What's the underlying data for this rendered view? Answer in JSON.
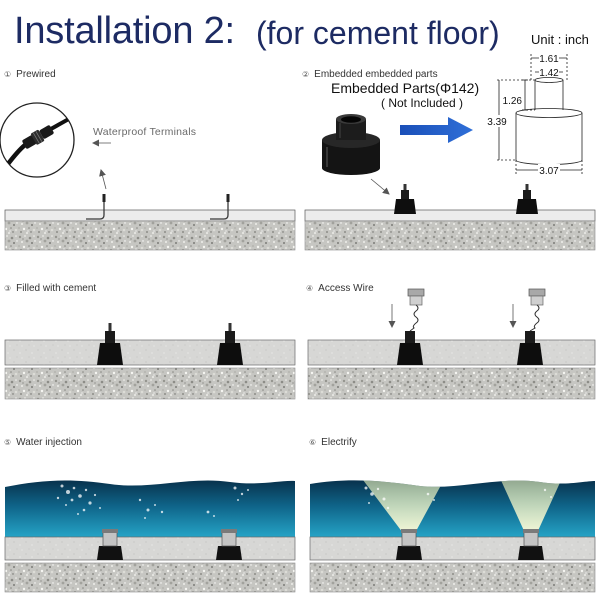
{
  "header": {
    "title": "Installation 2:",
    "subtitle": "(for cement floor)",
    "unit_note": "Unit : inch"
  },
  "steps": [
    {
      "number": "①",
      "label": "Prewired"
    },
    {
      "number": "②",
      "label": "Embedded embedded parts"
    },
    {
      "number": "③",
      "label": "Filled with cement"
    },
    {
      "number": "④",
      "label": "Access Wire"
    },
    {
      "number": "⑤",
      "label": "Water injection"
    },
    {
      "number": "⑥",
      "label": "Electrify"
    }
  ],
  "callouts": {
    "waterproof_terminals": "Waterproof Terminals",
    "embedded_parts": "Embedded Parts(Φ142)",
    "not_included": "( Not Included )"
  },
  "dimensions": {
    "top_outer": "1.61",
    "top_inner": "1.42",
    "neck_height": "1.26",
    "total_height": "3.39",
    "base_width": "3.07"
  },
  "colors": {
    "title": "#1d2b63",
    "direction_arrow_start": "#1a4fb8",
    "direction_arrow_end": "#2f6fd8",
    "water_top": "#08324d",
    "water_mid": "#0f6489",
    "water_bottom": "#25a3c6",
    "light_beam": "#fffbd8",
    "fixture": "#111111"
  }
}
